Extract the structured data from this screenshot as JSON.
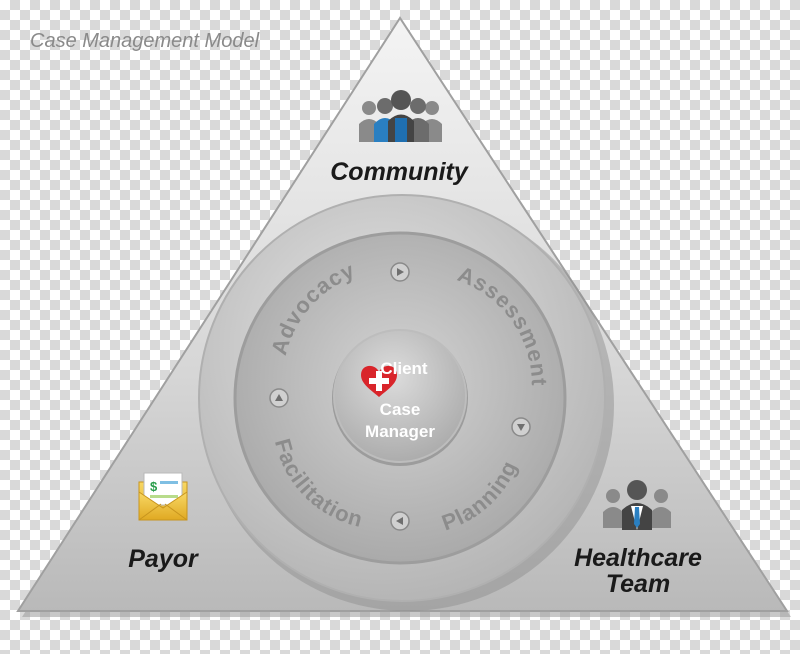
{
  "title": "Case Management Model",
  "nodes": {
    "top": "Community",
    "bottom_left": "Payor",
    "bottom_right_line1": "Healthcare",
    "bottom_right_line2": "Team"
  },
  "cycle": {
    "advocacy": "Advocacy",
    "assessment": "Assessment",
    "planning": "Planning",
    "facilitation": "Facilitation"
  },
  "center": {
    "line1": "Client",
    "line2": "Case",
    "line3": "Manager"
  },
  "colors": {
    "heart": "#d9252b",
    "person_accent": "#2a7fc1",
    "person_gray": "#7d7d7d",
    "envelope": "#f0c238"
  },
  "icons": [
    "people-group-icon",
    "envelope-invoice-icon",
    "businessmen-icon",
    "heart-cross-icon",
    "arrow-icon"
  ]
}
